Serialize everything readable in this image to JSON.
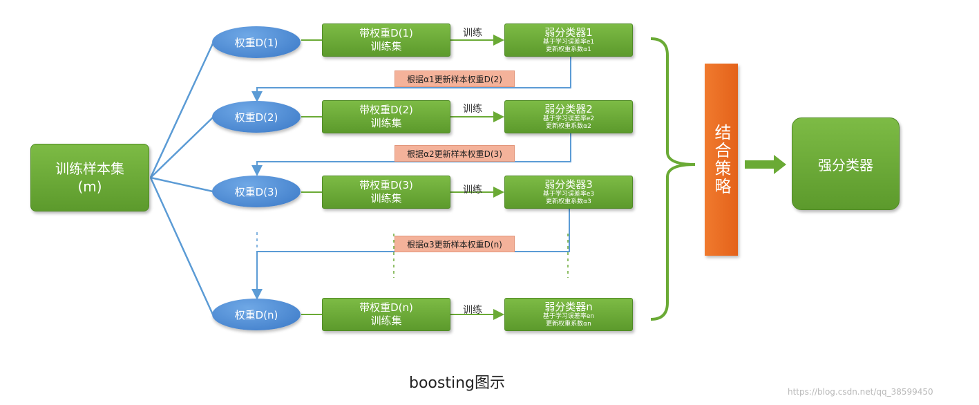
{
  "source": {
    "line1": "训练样本集",
    "line2": "(m)"
  },
  "weights": [
    {
      "label": "权重D(1)"
    },
    {
      "label": "权重D(2)"
    },
    {
      "label": "权重D(3)"
    },
    {
      "label": "权重D(n)"
    }
  ],
  "train_sets": [
    {
      "line1": "带权重D(1)",
      "line2": "训练集"
    },
    {
      "line1": "带权重D(2)",
      "line2": "训练集"
    },
    {
      "line1": "带权重D(3)",
      "line2": "训练集"
    },
    {
      "line1": "带权重D(n)",
      "line2": "训练集"
    }
  ],
  "train_label": "训练",
  "weak_classifiers": [
    {
      "title": "弱分类器1",
      "sub1": "基于学习误差率e1",
      "sub2": "更新权重系数α1"
    },
    {
      "title": "弱分类器2",
      "sub1": "基于学习误差率e2",
      "sub2": "更新权重系数α2"
    },
    {
      "title": "弱分类器3",
      "sub1": "基于学习误差率e3",
      "sub2": "更新权重系数α3"
    },
    {
      "title": "弱分类器n",
      "sub1": "基于学习误差率en",
      "sub2": "更新权重系数αn"
    }
  ],
  "updates": [
    {
      "label": "根据α1更新样本权重D(2)"
    },
    {
      "label": "根据α2更新样本权重D(3)"
    },
    {
      "label": "根据α3更新样本权重D(n)"
    }
  ],
  "combine": {
    "label": "结合策略"
  },
  "strong": {
    "label": "强分类器"
  },
  "caption": "boosting图示",
  "watermark": "https://blog.csdn.net/qq_38599450",
  "colors": {
    "green": "#6aaa35",
    "blue": "#4a88d4",
    "orange": "#ec6f22",
    "salmon": "#f4b29a",
    "line": "#5b9bd5"
  }
}
